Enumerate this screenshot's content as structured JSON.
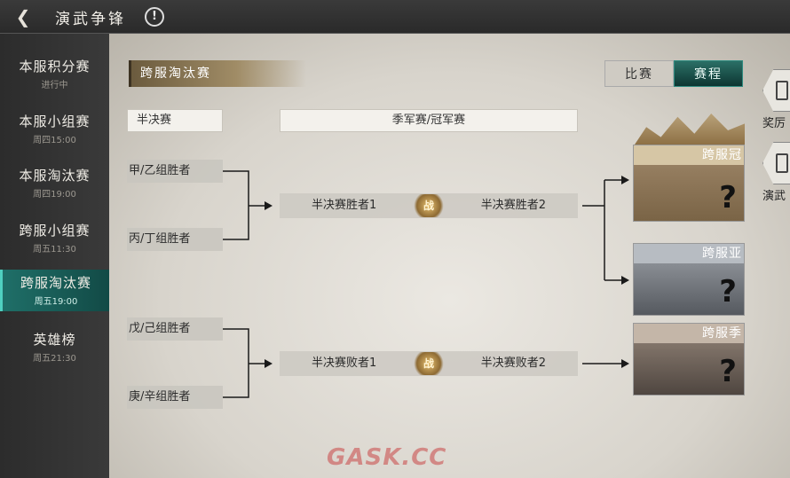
{
  "header": {
    "back_icon": "chevron-left-icon",
    "title": "演武争锋",
    "info_icon": "!"
  },
  "sidebar": {
    "items": [
      {
        "label": "本服积分赛",
        "sub": "进行中"
      },
      {
        "label": "本服小组赛",
        "sub": "周四15:00"
      },
      {
        "label": "本服淘汰赛",
        "sub": "周四19:00"
      },
      {
        "label": "跨服小组赛",
        "sub": "周五11:30"
      },
      {
        "label": "跨服淘汰赛",
        "sub": "周五19:00"
      },
      {
        "label": "英雄榜",
        "sub": "周五21:30"
      }
    ],
    "active_index": 4
  },
  "main": {
    "section_title": "跨服淘汰赛",
    "tabs": [
      {
        "label": "比赛"
      },
      {
        "label": "赛程"
      }
    ],
    "active_tab": 1,
    "columns": {
      "semi": "半决赛",
      "final": "季军赛/冠军赛"
    },
    "semi_slots": [
      "甲/乙组胜者",
      "丙/丁组胜者",
      "戊/己组胜者",
      "庚/辛组胜者"
    ],
    "finals": [
      {
        "left": "半决赛胜者1",
        "right": "半决赛胜者2",
        "vs": "战"
      },
      {
        "left": "半决赛败者1",
        "right": "半决赛败者2",
        "vs": "战"
      }
    ],
    "rewards": [
      {
        "label": "跨服冠",
        "mark": "?"
      },
      {
        "label": "跨服亚",
        "mark": "?"
      },
      {
        "label": "跨服季",
        "mark": "?"
      }
    ],
    "side_buttons": [
      {
        "label": "奖厉",
        "icon": "reward-icon"
      },
      {
        "label": "演武",
        "icon": "book-icon"
      }
    ]
  },
  "watermark": "GASK.CC",
  "colors": {
    "accent": "#1f6f68",
    "title_bar": "#8c7a58"
  }
}
